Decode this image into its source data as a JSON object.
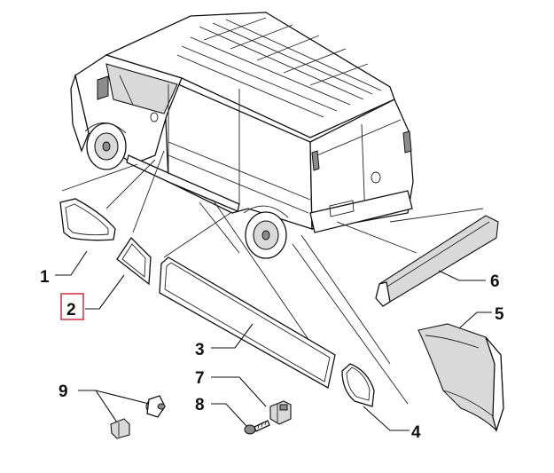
{
  "diagram": {
    "highlight_color": "#cc2233",
    "callouts": [
      {
        "id": "1",
        "text": "1",
        "highlighted": false
      },
      {
        "id": "2",
        "text": "2",
        "highlighted": true
      },
      {
        "id": "3",
        "text": "3",
        "highlighted": false
      },
      {
        "id": "4",
        "text": "4",
        "highlighted": false
      },
      {
        "id": "5",
        "text": "5",
        "highlighted": false
      },
      {
        "id": "6",
        "text": "6",
        "highlighted": false
      },
      {
        "id": "7",
        "text": "7",
        "highlighted": false
      },
      {
        "id": "8",
        "text": "8",
        "highlighted": false
      },
      {
        "id": "9",
        "text": "9",
        "highlighted": false
      }
    ]
  }
}
